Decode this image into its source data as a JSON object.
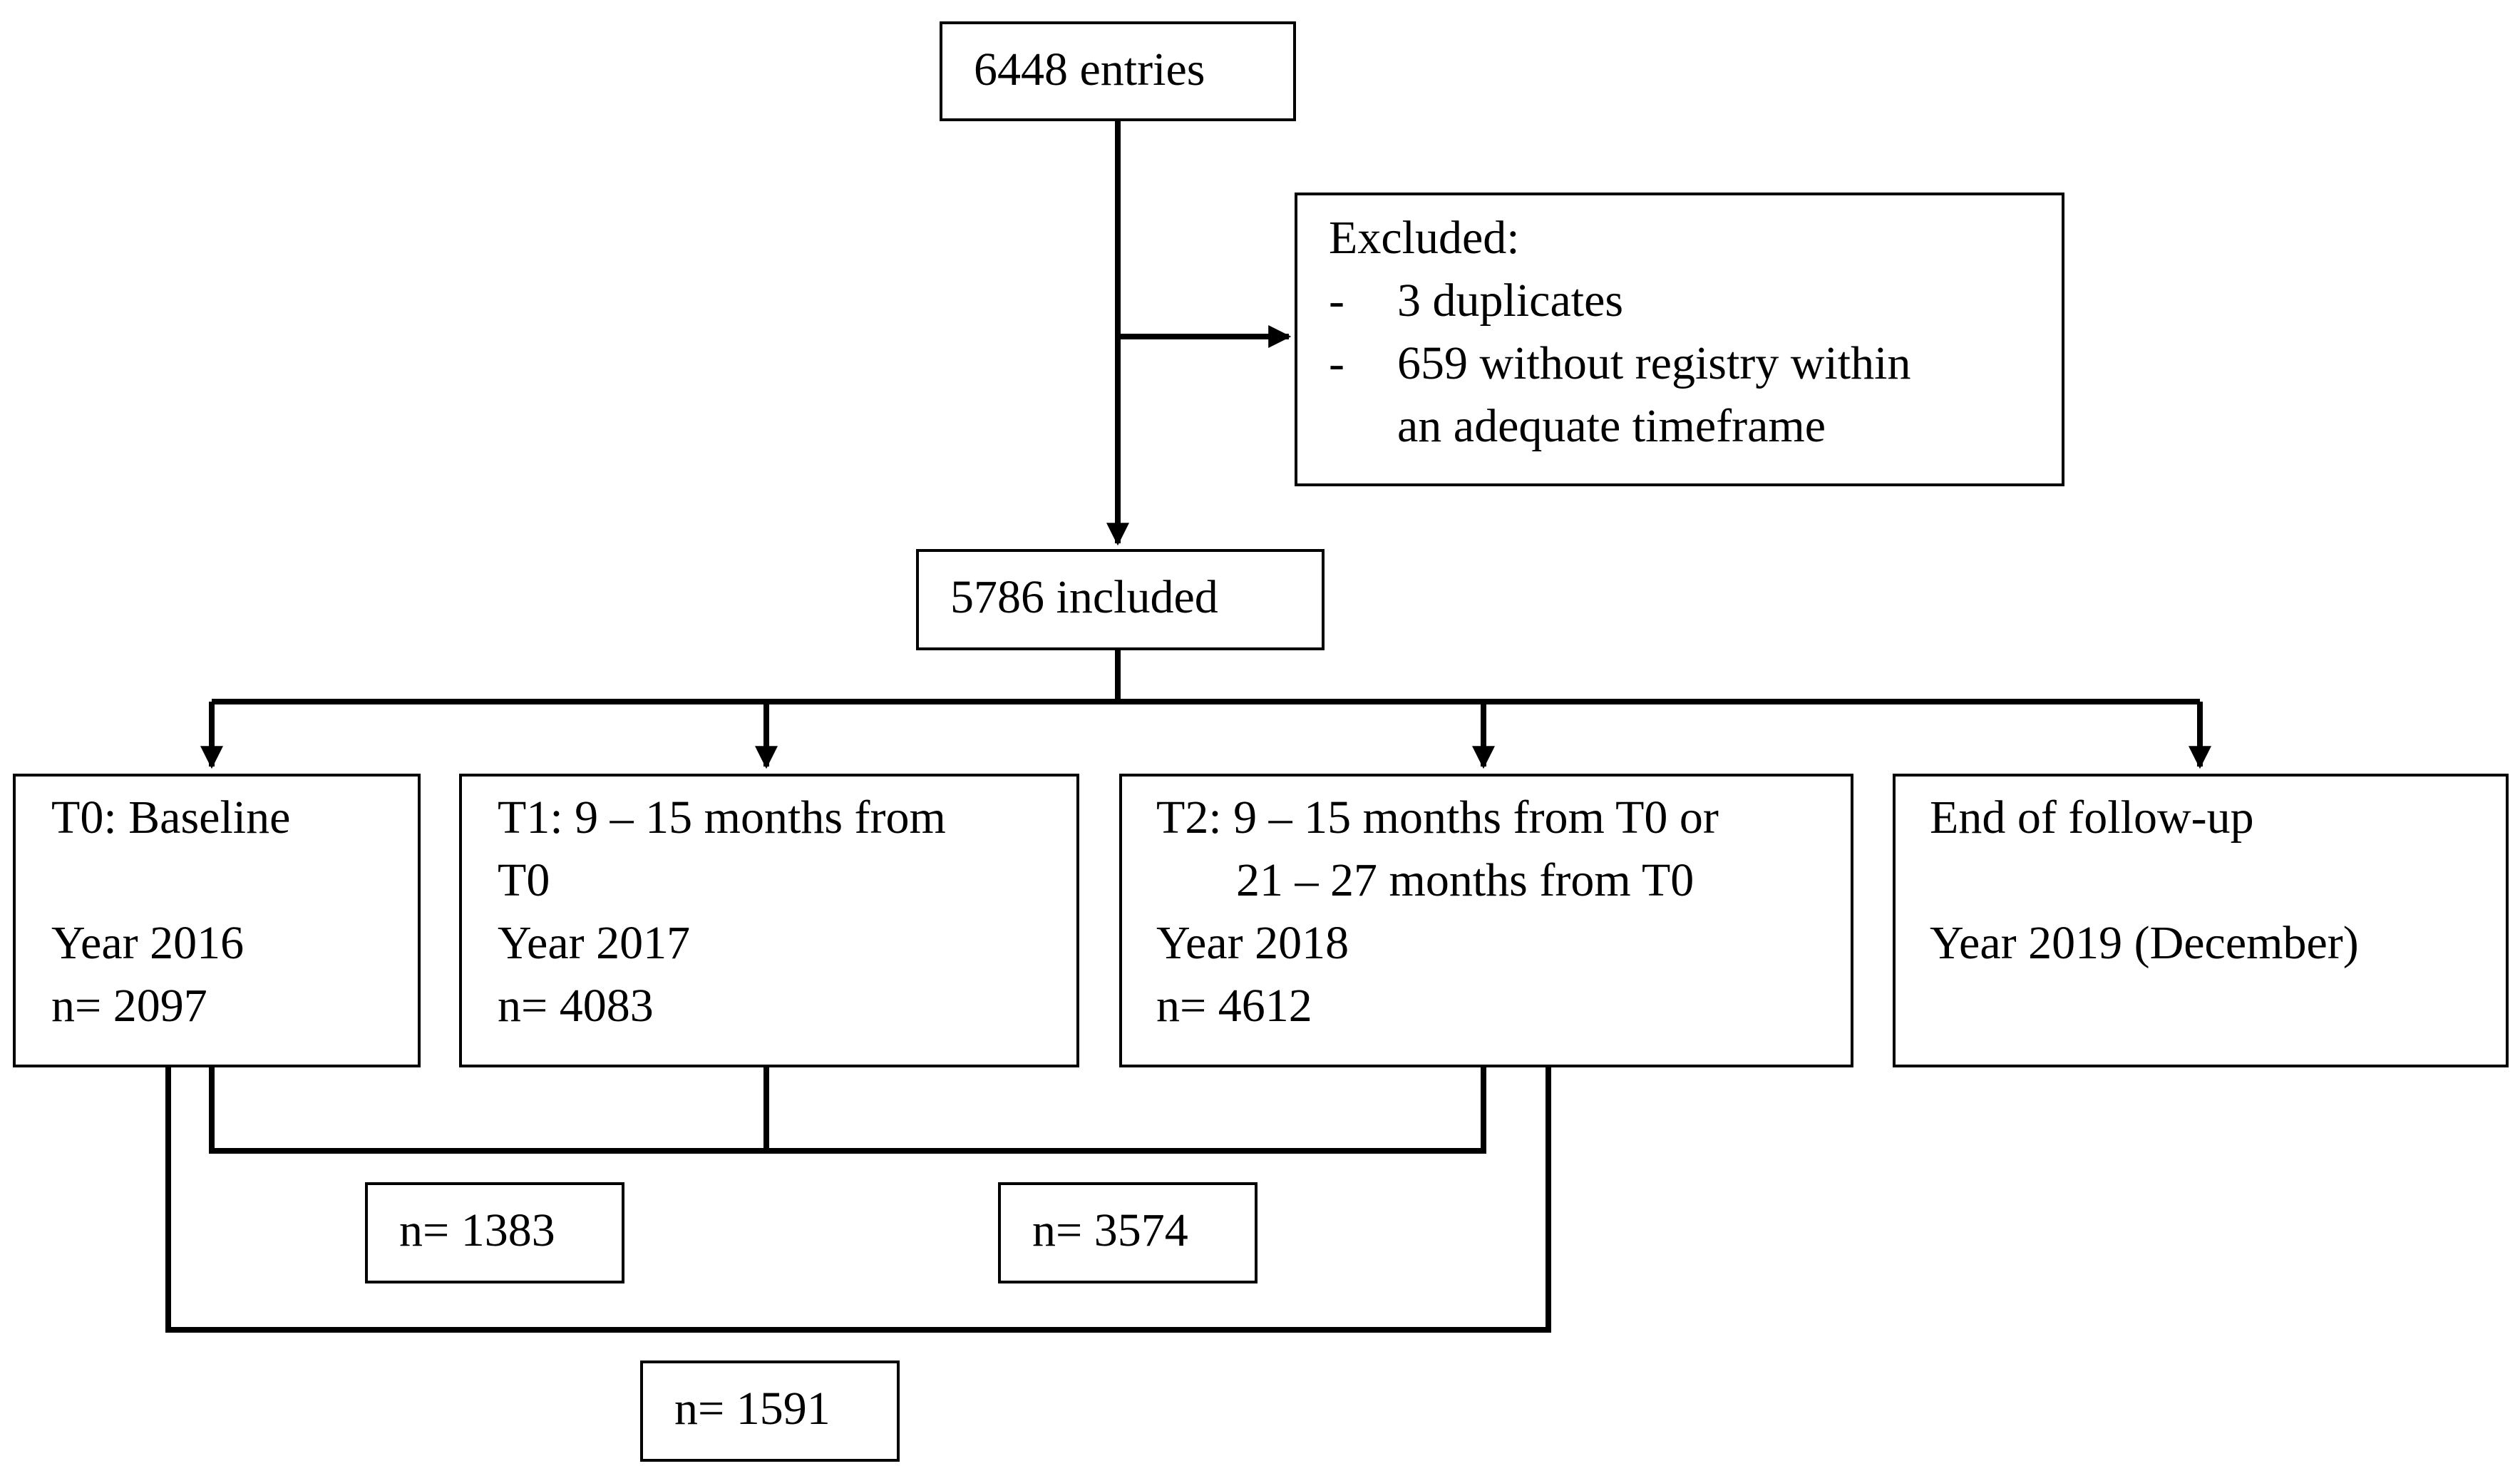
{
  "entries": "6448 entries",
  "excluded": {
    "title": "Excluded:",
    "items": [
      "3 duplicates",
      "659 without registry within",
      "an adequate timeframe"
    ]
  },
  "included": "5786 included",
  "t0": {
    "title": "T0: Baseline",
    "year": "Year 2016",
    "n": "n= 2097"
  },
  "t1": {
    "title_line1": "T1: 9 – 15 months from",
    "title_line2": "T0",
    "year": "Year 2017",
    "n": "n= 4083"
  },
  "t2": {
    "title_line1": "T2: 9 – 15 months from T0 or",
    "title_line2": "21 – 27 months from T0",
    "year": "Year 2018",
    "n": "n= 4612"
  },
  "end": {
    "title": "End of follow-up",
    "year": "Year 2019 (December)"
  },
  "n_t0_t1": "n= 1383",
  "n_t1_t2": "n= 3574",
  "n_t0_t2": "n= 1591"
}
